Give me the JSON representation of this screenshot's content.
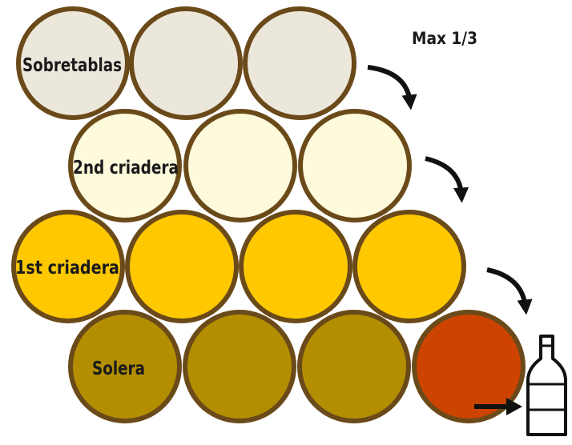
{
  "diagram": {
    "max_label": "Max 1/3",
    "barrel_outline_color": "#6b4a1a",
    "tiers": [
      {
        "label": "Sobretablas",
        "barrels": 3,
        "color": "#ece7db"
      },
      {
        "label": "2nd criadera",
        "barrels": 3,
        "color": "#fdfbdc"
      },
      {
        "label": "1st criadera",
        "barrels": 4,
        "color": "#ffc800"
      },
      {
        "label": "Solera",
        "barrels": 4,
        "color": "#b38e00",
        "last_color": "#cc4400"
      }
    ],
    "icons": [
      "curved-arrow-icon",
      "curved-arrow-icon",
      "curved-arrow-icon",
      "right-arrow-icon",
      "bottle-icon"
    ]
  }
}
